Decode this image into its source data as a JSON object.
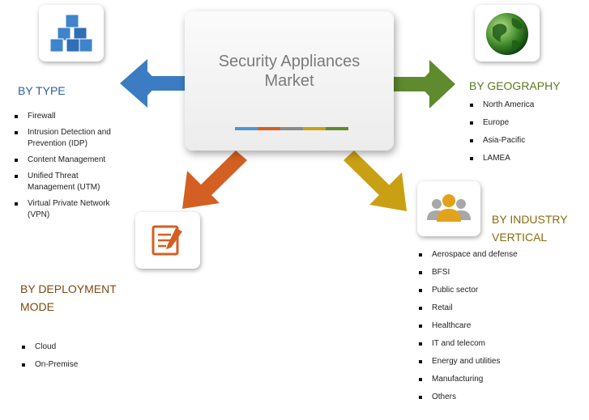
{
  "center": {
    "title": "Security Appliances\nMarket"
  },
  "colors": {
    "bar": [
      "#4f95d0",
      "#d45f22",
      "#8a8a8a",
      "#c9a013",
      "#5f8a2e"
    ],
    "by_type": "#2e5e9e",
    "by_deployment": "#7a4b12",
    "by_geography": "#5a7a1f",
    "by_industry": "#8a6a10"
  },
  "by_type": {
    "icon": "cubes-icon",
    "heading": "BY TYPE",
    "items": [
      "Firewall",
      "Intrusion Detection and Prevention (IDP)",
      "Content Management",
      "Unified Threat Management (UTM)",
      "Virtual Private Network (VPN)"
    ]
  },
  "by_geography": {
    "icon": "globe-icon",
    "heading": "BY GEOGRAPHY",
    "items": [
      "North America",
      "Europe",
      "Asia-Pacific",
      "LAMEA"
    ]
  },
  "by_deployment": {
    "icon": "document-pencil-icon",
    "heading": "BY DEPLOYMENT MODE",
    "items": [
      "Cloud",
      "On-Premise"
    ]
  },
  "by_industry": {
    "icon": "people-icon",
    "heading": "BY INDUSTRY VERTICAL",
    "items": [
      "Aerospace and defense",
      "BFSI",
      "Public sector",
      "Retail",
      "Healthcare",
      "IT and telecom",
      "Energy and utilities",
      "Manufacturing",
      "Others"
    ]
  }
}
